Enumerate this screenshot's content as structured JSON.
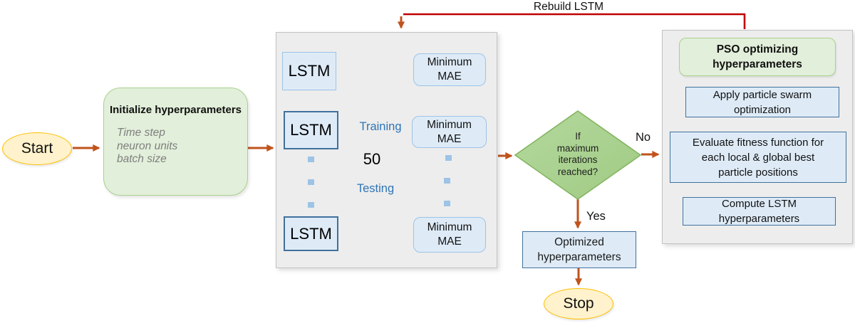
{
  "start": {
    "label": "Start"
  },
  "init": {
    "title": "Initialize hyperparameters",
    "params": [
      "Time step",
      "neuron units",
      "batch size"
    ]
  },
  "training_panel": {
    "lstm_boxes": [
      "LSTM",
      "LSTM",
      "LSTM"
    ],
    "mae_boxes": [
      "Minimum\nMAE",
      "Minimum\nMAE",
      "Minimum\nMAE"
    ],
    "training_label": "Training",
    "testing_label": "Testing",
    "iteration_count": "50"
  },
  "decision": {
    "text": "If\nmaximum\niterations\nreached?"
  },
  "branches": {
    "no_label": "No",
    "yes_label": "Yes",
    "rebuild_label": "Rebuild LSTM"
  },
  "pso_panel": {
    "title": "PSO optimizing\nhyperparameters",
    "steps": [
      "Apply particle swarm\noptimization",
      "Evaluate fitness function for\neach local & global best\nparticle positions",
      "Compute LSTM\nhyperparameters"
    ]
  },
  "optimized": {
    "label": "Optimized\nhyperparameters"
  },
  "stop": {
    "label": "Stop"
  },
  "colors": {
    "arrow_orange": "#C0531C",
    "rebuild_red": "#C00000",
    "terminal_fill": "#FFF2CC",
    "terminal_border": "#FFC000",
    "green_fill": "#E2EFDA",
    "green_border": "#A9D18E",
    "diamond_fill": "#A9D18E",
    "blue_fill": "#DEEBF7",
    "blue_border_light": "#9DC3E6",
    "blue_border_dark": "#41719C",
    "panel_fill": "#EDEDED",
    "panel_border": "#BFBFBF",
    "blue_text": "#2E75B6"
  }
}
